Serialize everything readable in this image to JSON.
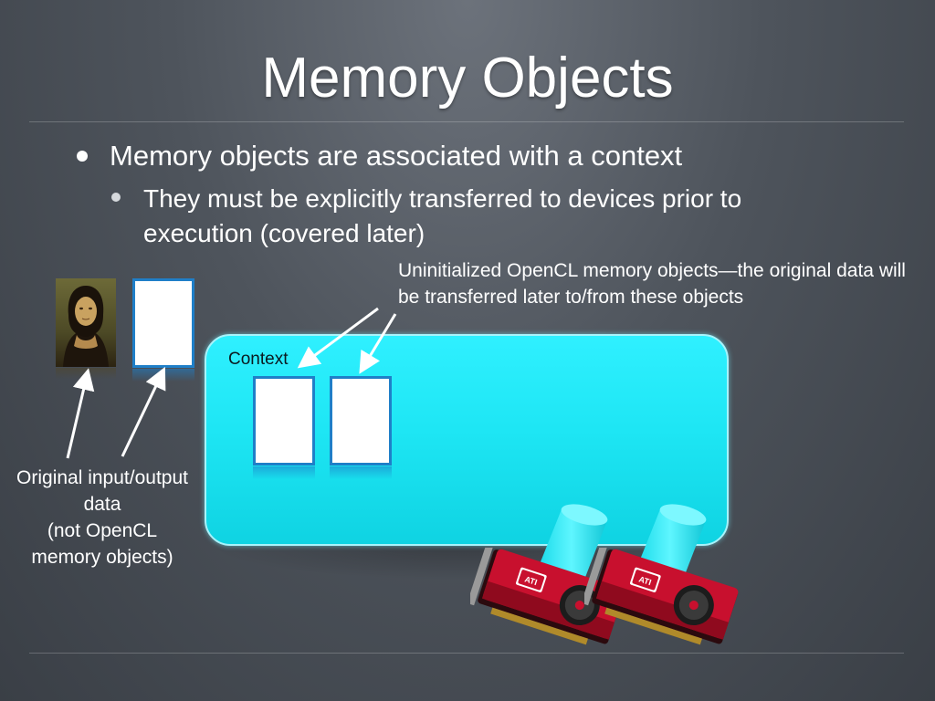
{
  "slide": {
    "title": "Memory Objects",
    "bullets": [
      {
        "text": "Memory objects are associated with a context"
      },
      {
        "text": "They must be explicitly transferred to devices prior to execution (covered later)"
      }
    ],
    "callout": "Uninitialized OpenCL memory objects—the original data will be transferred later to/from these objects",
    "context_label": "Context",
    "original_label_lines": [
      "Original input/output",
      "data",
      "(not OpenCL",
      "memory objects)"
    ],
    "gpu_brand": "ATI"
  },
  "colors": {
    "background": "#4e545c",
    "context_fill": "#1ee6f4",
    "buffer_border": "#1f7fc8",
    "gpu_red": "#c8102e",
    "text": "#ffffff"
  }
}
